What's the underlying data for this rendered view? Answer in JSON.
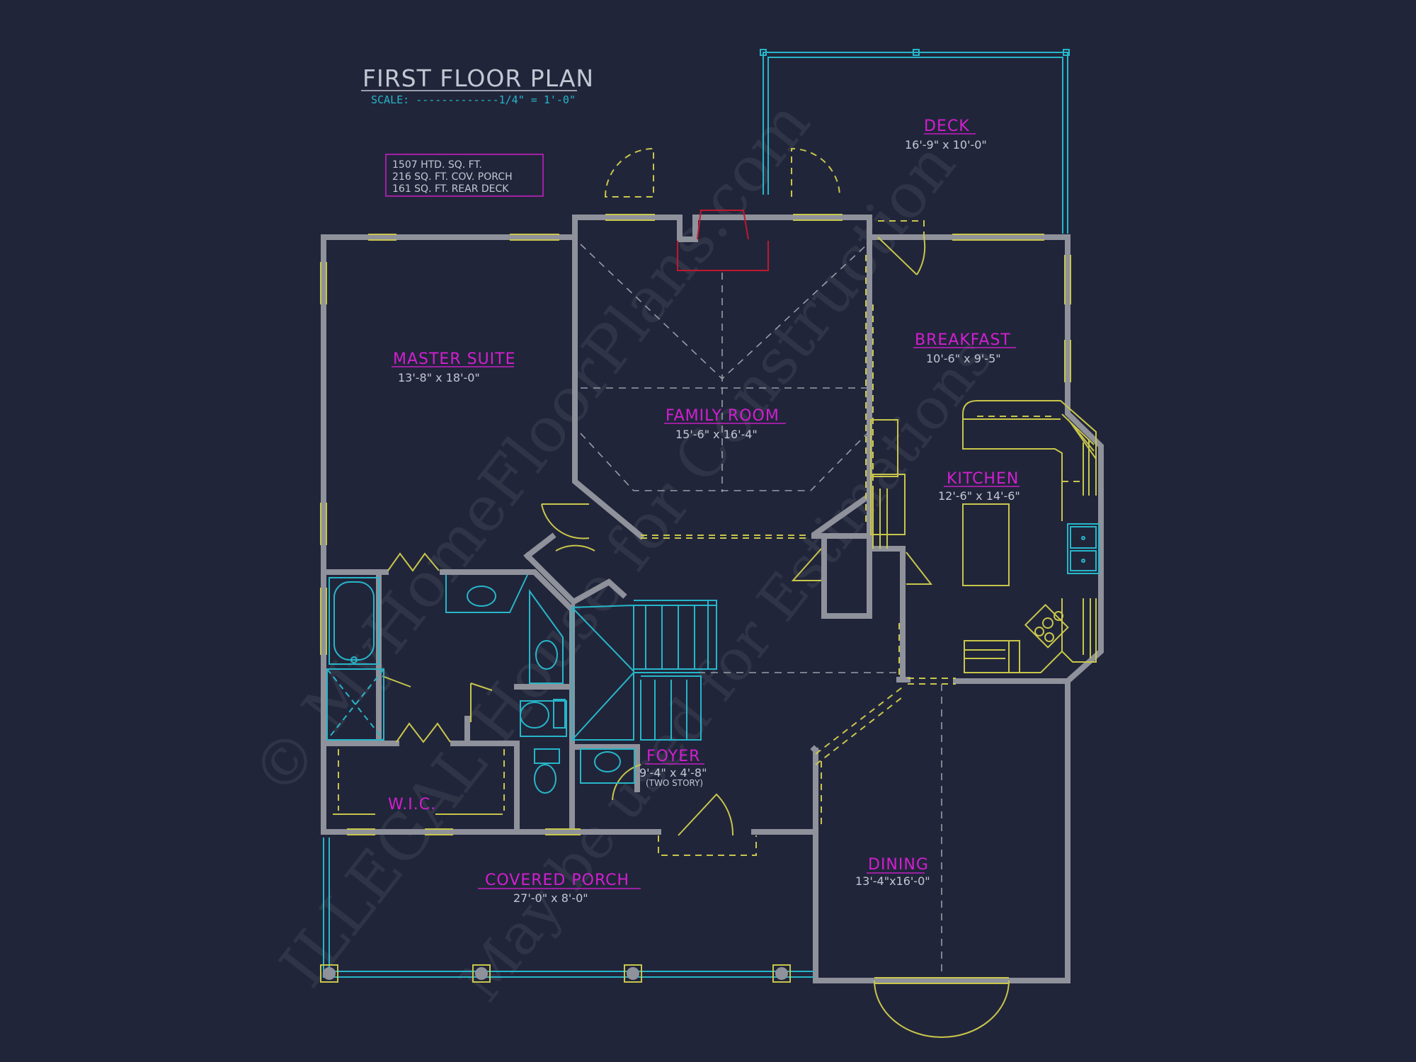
{
  "title": "FIRST FLOOR PLAN",
  "scale": "SCALE: -------------1/4\" = 1'-0\"",
  "area_notes": [
    "1507 HTD. SQ. FT.",
    "216 SQ. FT. COV. PORCH",
    "161 SQ. FT. REAR DECK"
  ],
  "rooms": {
    "deck": {
      "name": "DECK",
      "dims": "16'-9\" x 10'-0\""
    },
    "breakfast": {
      "name": "BREAKFAST",
      "dims": "10'-6\" x 9'-5\""
    },
    "master_suite": {
      "name": "MASTER SUITE",
      "dims": "13'-8\" x 18'-0\""
    },
    "family_room": {
      "name": "FAMILY ROOM",
      "dims": "15'-6\" x 16'-4\""
    },
    "kitchen": {
      "name": "KITCHEN",
      "dims": "12'-6\" x 14'-6\""
    },
    "foyer": {
      "name": "FOYER",
      "dims": "9'-4\" x 4'-8\"",
      "note": "(TWO STORY)"
    },
    "wic": {
      "name": "W.I.C."
    },
    "covered_porch": {
      "name": "COVERED PORCH",
      "dims": "27'-0\" x 8'-0\""
    },
    "dining": {
      "name": "DINING",
      "dims": "13'-4\"x16'-0\""
    }
  },
  "watermark": {
    "line1": "© MyHomeFloorPlans.com",
    "line2": "ILLEGAL House for Construction",
    "line3": "May be used for Estimations"
  },
  "colors": {
    "background": "#21253a",
    "walls": "#8f929b",
    "room_labels": "#d21fd0",
    "fixtures": "#27b6c9",
    "windows_doors": "#c8c64a",
    "fireplace": "#c01830"
  }
}
